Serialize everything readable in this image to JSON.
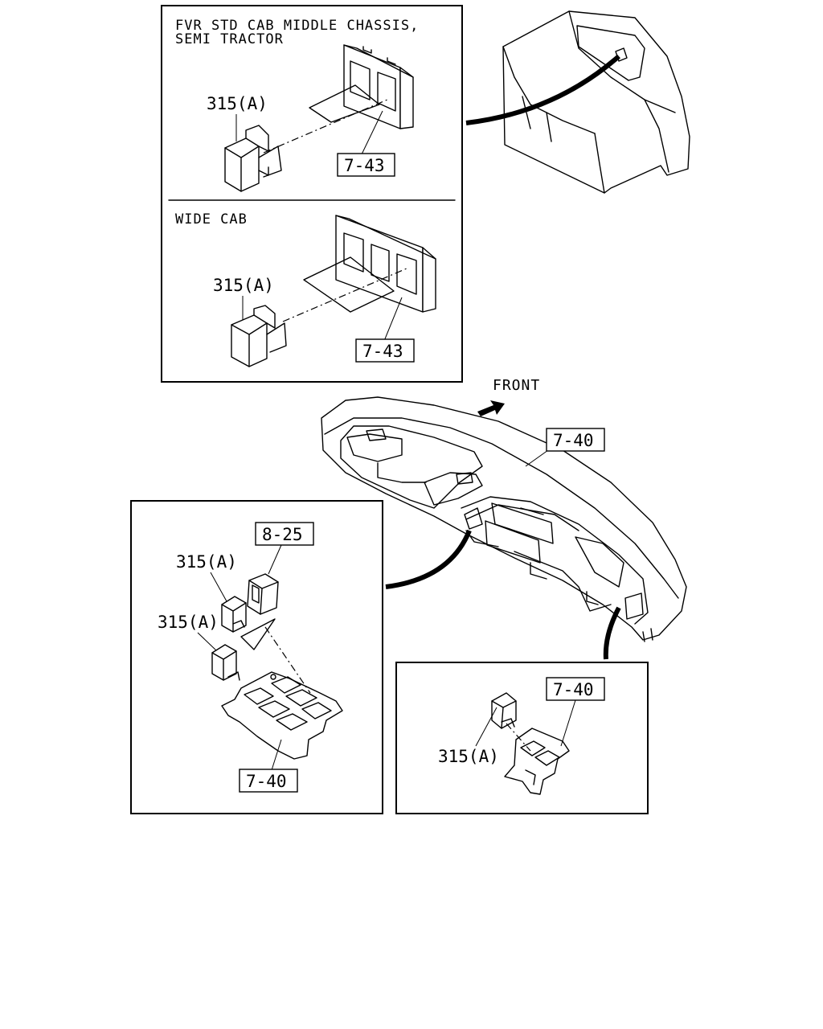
{
  "panels": {
    "top_left": {
      "title_line1": "FVR STD CAB MIDDLE CHASSIS,",
      "title_line2": "SEMI TRACTOR",
      "part_label": "315(A)",
      "ref_label": "7-43"
    },
    "wide_cab": {
      "title": "WIDE CAB",
      "part_label": "315(A)",
      "ref_label": "7-43"
    },
    "bottom_left": {
      "ref_top": "8-25",
      "part_label_1": "315(A)",
      "part_label_2": "315(A)",
      "ref_bottom": "7-40"
    },
    "bottom_right": {
      "ref_label": "7-40",
      "part_label": "315(A)"
    }
  },
  "main": {
    "front_label": "FRONT",
    "dash_ref_label": "7-40"
  }
}
